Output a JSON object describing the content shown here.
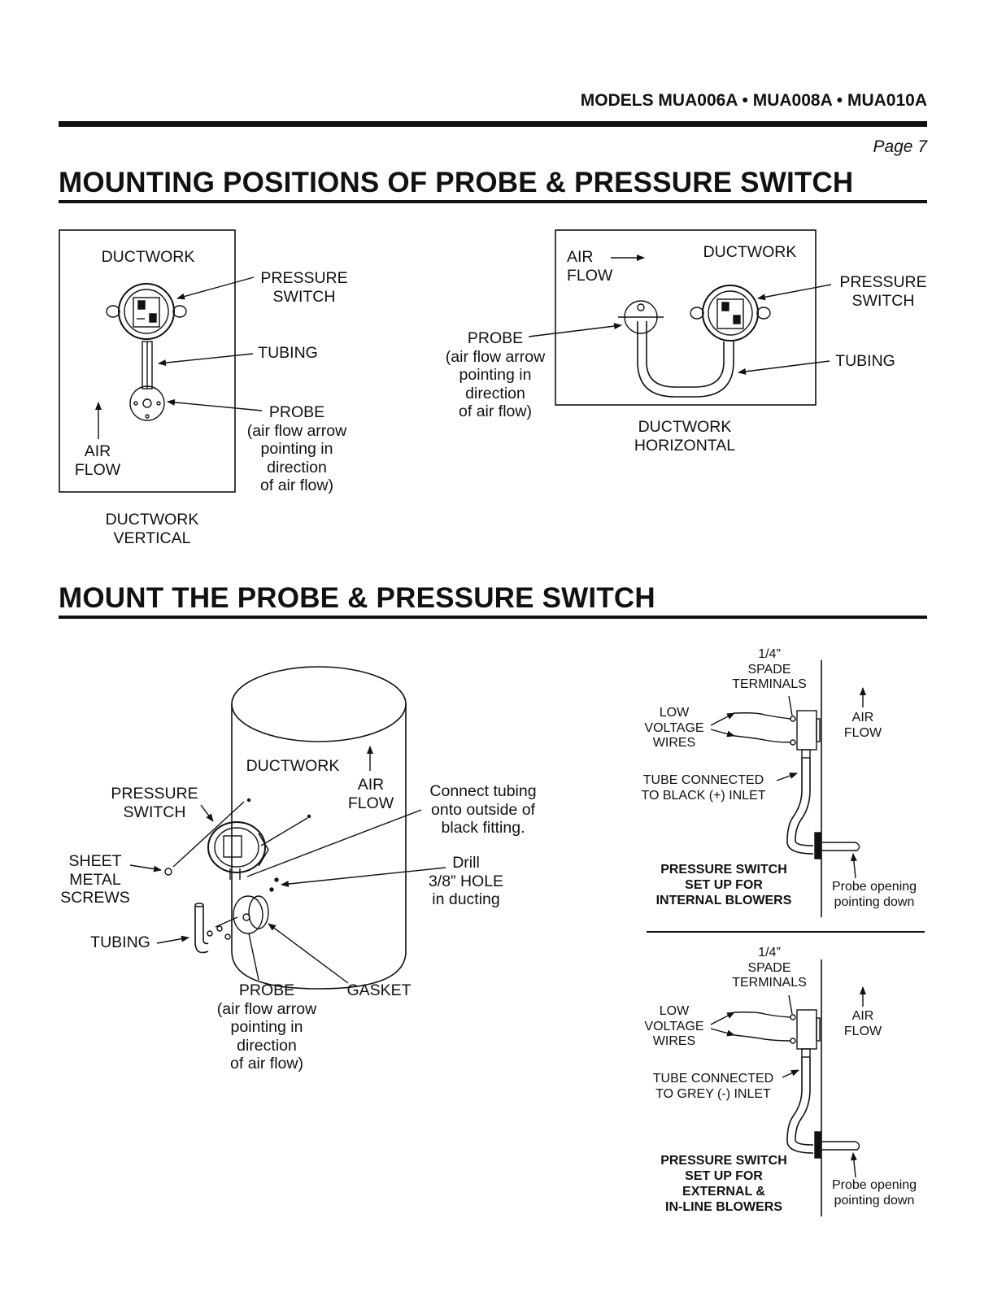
{
  "header": {
    "models": "MODELS  MUA006A • MUA008A • MUA010A",
    "page": "Page 7"
  },
  "section1": {
    "title": "MOUNTING POSITIONS OF  PROBE & PRESSURE SWITCH",
    "vertical": {
      "ductwork": "DUCTWORK",
      "pressure_switch": "PRESSURE\nSWITCH",
      "tubing": "TUBING",
      "probe": "PROBE\n(air flow arrow\npointing in\ndirection\nof air flow)",
      "air_flow": "AIR\nFLOW",
      "caption": "DUCTWORK\nVERTICAL"
    },
    "horizontal": {
      "air_flow": "AIR\nFLOW",
      "ductwork": "DUCTWORK",
      "pressure_switch": "PRESSURE\nSWITCH",
      "tubing": "TUBING",
      "probe": "PROBE\n(air flow arrow\npointing in\ndirection\nof air flow)",
      "caption": "DUCTWORK\nHORIZONTAL"
    }
  },
  "section2": {
    "title": "MOUNT THE PROBE & PRESSURE SWITCH",
    "main": {
      "ductwork": "DUCTWORK",
      "air_flow": "AIR\nFLOW",
      "pressure_switch": "PRESSURE\nSWITCH",
      "sheet_metal_screws": "SHEET\nMETAL\nSCREWS",
      "tubing": "TUBING",
      "connect_note": "Connect tubing\nonto outside of\nblack fitting.",
      "drill_note": "Drill\n3/8” HOLE\nin ducting",
      "probe": "PROBE\n(air flow arrow\npointing in\ndirection\nof air flow)",
      "gasket": "GASKET"
    },
    "internal": {
      "spade": "1/4”\nSPADE\nTERMINALS",
      "low_voltage": "LOW\nVOLTAGE\nWIRES",
      "air_flow": "AIR\nFLOW",
      "tube": "TUBE CONNECTED\nTO BLACK (+) INLET",
      "setup": "PRESSURE SWITCH\nSET UP FOR\nINTERNAL BLOWERS",
      "probe_opening": "Probe opening\npointing down"
    },
    "external": {
      "spade": "1/4”\nSPADE\nTERMINALS",
      "low_voltage": "LOW\nVOLTAGE\nWIRES",
      "air_flow": "AIR\nFLOW",
      "tube": "TUBE CONNECTED\nTO GREY (-) INLET",
      "setup": "PRESSURE SWITCH\nSET UP FOR\nEXTERNAL &\nIN-LINE BLOWERS",
      "probe_opening": "Probe opening\npointing down"
    }
  }
}
